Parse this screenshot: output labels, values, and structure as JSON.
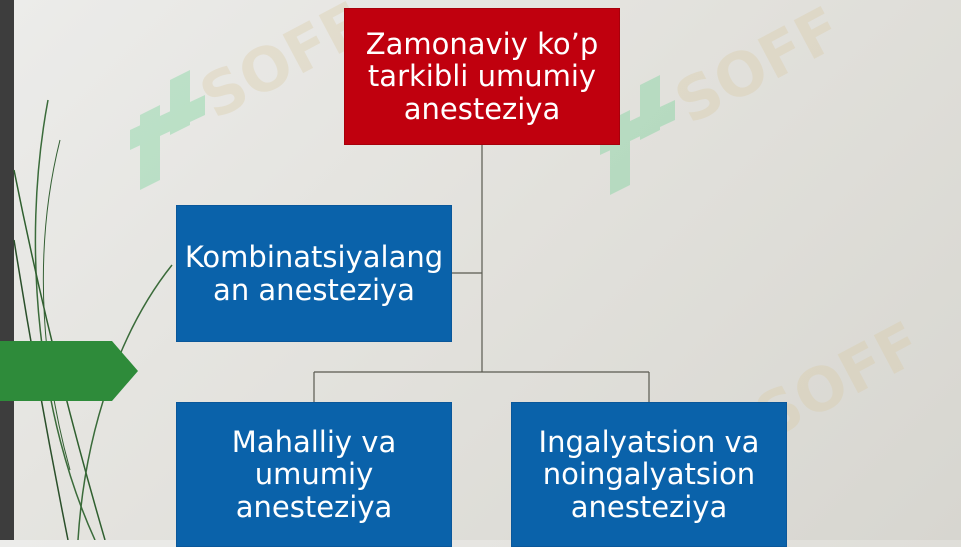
{
  "diagram": {
    "root": {
      "label": "Zamonaviy ko’p\ntarkibli umumiy\nanesteziya"
    },
    "assistant": {
      "label": "Kombinatsiyalang\nan anesteziya"
    },
    "children": [
      {
        "label": "Mahalliy va\numumiy\nanesteziya"
      },
      {
        "label": "Ingalyatsion va\nnoingalyatsion\nanesteziya"
      }
    ]
  },
  "colors": {
    "root": "#c0000e",
    "child": "#0a62aa",
    "connector": "#5a5a50",
    "accent_arrow": "#2e8b3a"
  },
  "watermark": {
    "text": "SOFF"
  }
}
